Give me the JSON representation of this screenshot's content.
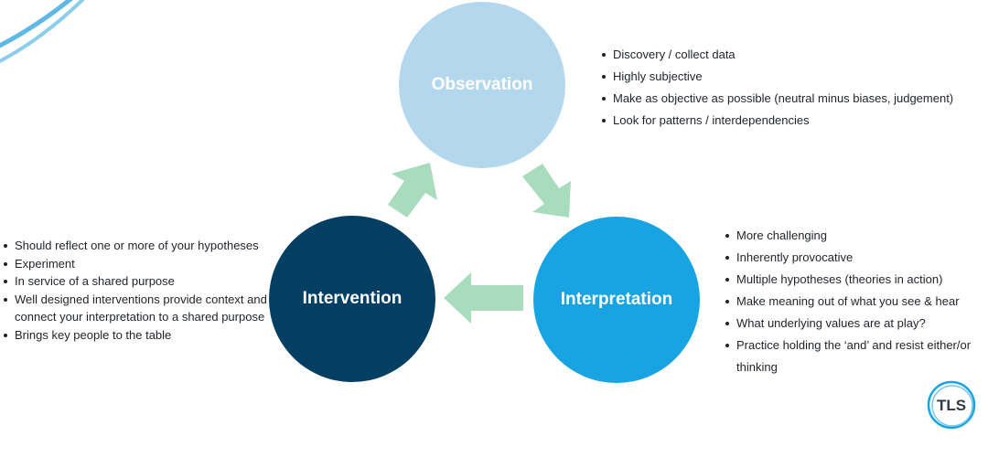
{
  "cycle": {
    "observation": {
      "title": "Observation",
      "color": "#b3d8ee",
      "notes": [
        "Discovery / collect data",
        "Highly subjective",
        "Make as objective as possible (neutral minus biases, judgement)",
        "Look for patterns / interdependencies"
      ]
    },
    "interpretation": {
      "title": "Interpretation",
      "color": "#18a3e3",
      "notes": [
        "More challenging",
        "Inherently provocative",
        "Multiple hypotheses (theories in action)",
        "Make meaning out of what you see & hear",
        "What underlying values are at play?",
        "Practice holding the ‘and’ and resist either/or thinking"
      ]
    },
    "intervention": {
      "title": "Intervention",
      "color": "#033f63",
      "notes": [
        "Should reflect one or more of your hypotheses",
        "Experiment",
        "In service of a shared purpose",
        "Well designed interventions provide context and connect your interpretation to a shared purpose",
        "Brings key people to the table"
      ]
    },
    "arrow_color": "#a8dcbd"
  },
  "logo": {
    "text": "TLS",
    "color": "#18a3e3"
  }
}
